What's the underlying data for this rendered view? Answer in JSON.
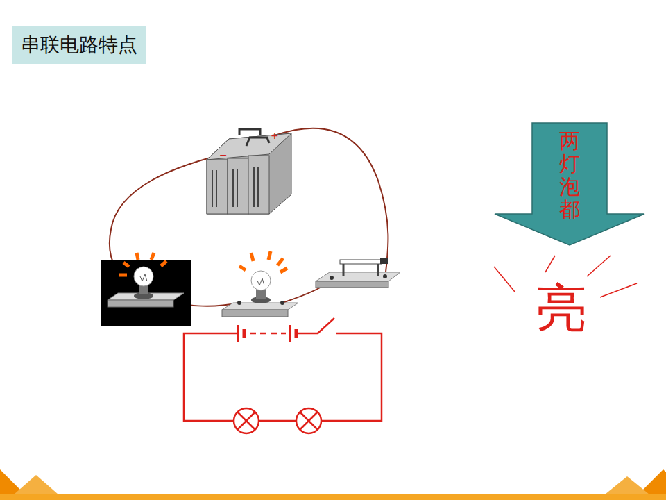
{
  "diagram": {
    "title": "串联电路特点",
    "nodes": [
      {
        "text": [
          "两灯泡都"
        ]
      }
    ],
    "labels": [
      "亮"
    ]
  }
}
